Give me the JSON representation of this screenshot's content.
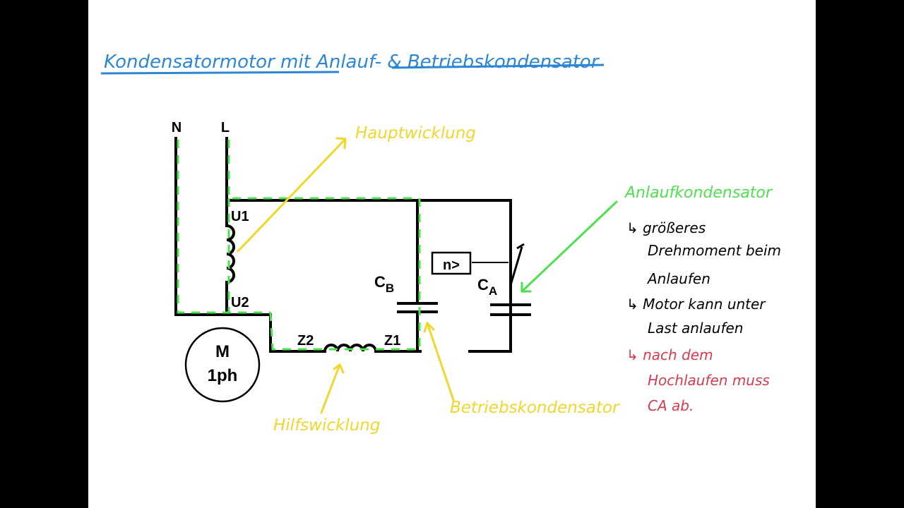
{
  "title": "Kondensatormotor mit Anlauf- & Betriebskondensator",
  "terminals": {
    "n": "N",
    "l": "L",
    "u1": "U1",
    "u2": "U2",
    "z1": "Z1",
    "z2": "Z2"
  },
  "motor": {
    "line1": "M",
    "line2": "1ph"
  },
  "capacitors": {
    "cb_main": "C",
    "cb_sub": "B",
    "ca_main": "C",
    "ca_sub": "A"
  },
  "speed_switch_label": "n>",
  "annotations": {
    "hauptwicklung": "Hauptwicklung",
    "hilfswicklung": "Hilfswicklung",
    "betriebskondensator": "Betriebskondensator",
    "anlaufkondensator": "Anlaufkondensator"
  },
  "notes": [
    {
      "text": "↳ größeres",
      "color": "#000000"
    },
    {
      "text": "Drehmoment beim",
      "color": "#000000"
    },
    {
      "text": "Anlaufen",
      "color": "#000000"
    },
    {
      "text": "↳ Motor kann unter",
      "color": "#000000"
    },
    {
      "text": "Last anlaufen",
      "color": "#000000"
    },
    {
      "text": "↳ nach dem",
      "color": "#d63b4f"
    },
    {
      "text": "Hochlaufen muss",
      "color": "#d63b4f"
    },
    {
      "text": "CA ab.",
      "color": "#d63b4f"
    }
  ],
  "colors": {
    "title": "#2b86d6",
    "yellow": "#f1d62c",
    "green": "#4fe04f",
    "red": "#d63b4f",
    "wire": "#000000"
  }
}
